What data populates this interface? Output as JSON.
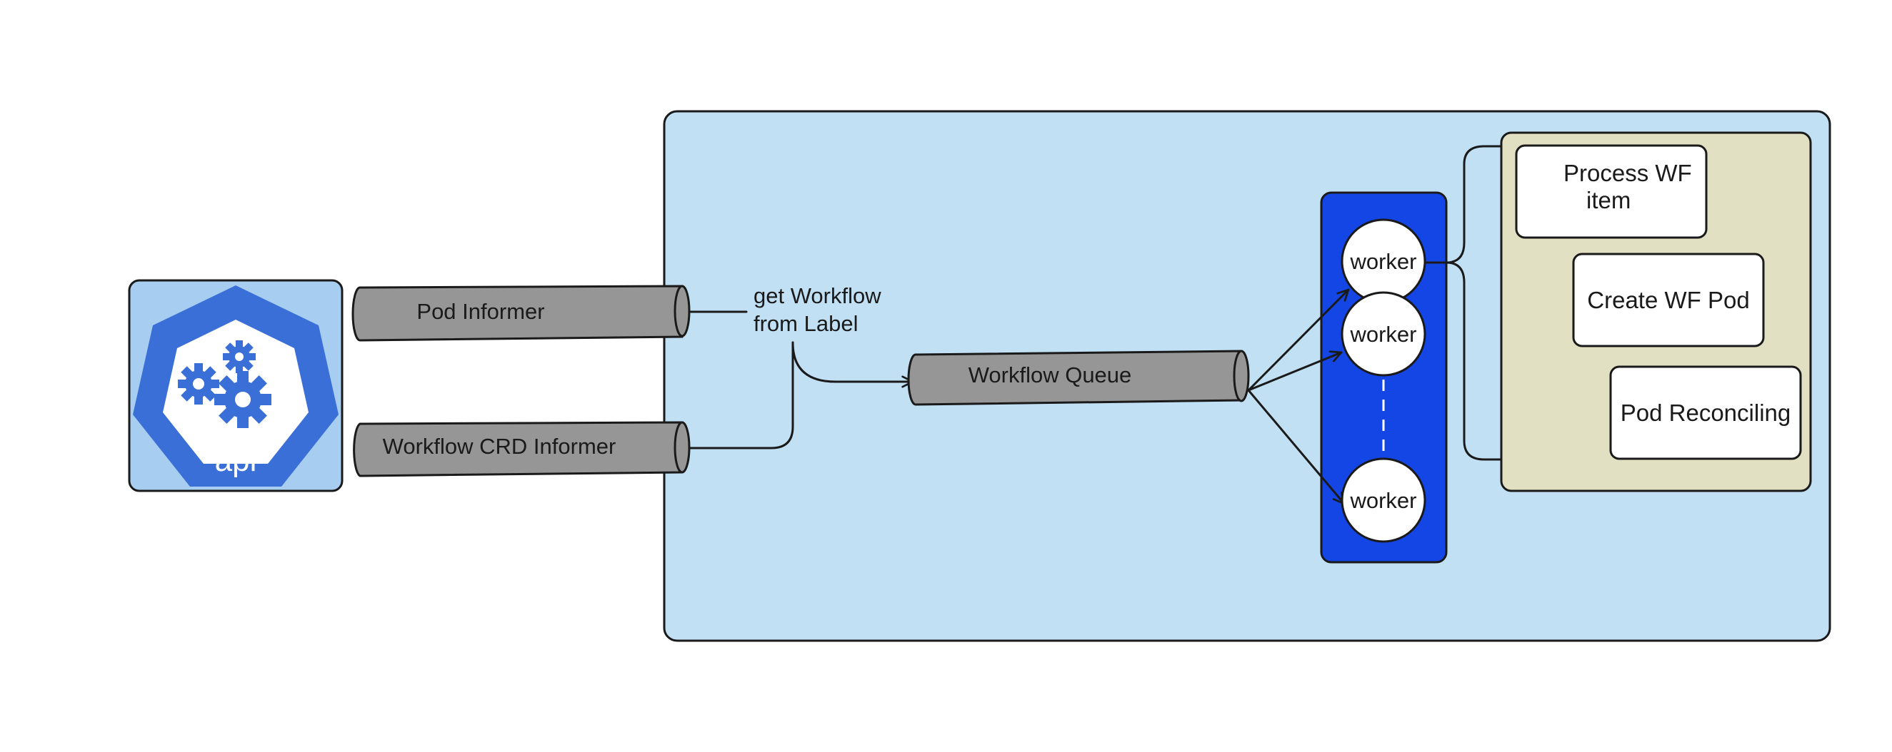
{
  "api_icon": {
    "text": "api",
    "colors": {
      "bg": "#a7cdf0",
      "heptagon": "#3b6fd8",
      "gears": "#3b6fd8"
    }
  },
  "informers": {
    "pod": "Pod Informer",
    "workflow_crd": "Workflow CRD Informer"
  },
  "get_workflow_label": {
    "line1": "get Workflow",
    "line2": "from Label"
  },
  "queue": {
    "label": "Workflow Queue"
  },
  "workers": [
    "worker",
    "worker",
    "worker"
  ],
  "tasks": {
    "process": {
      "line1": "Process WF",
      "line2": "item"
    },
    "create": "Create WF Pod",
    "reconcile": "Pod Reconciling"
  },
  "colors": {
    "controller_bg": "#c2e0f4",
    "worker_pool": "#1446e6",
    "task_panel": "#e2e0c2",
    "cylinder": "#969696",
    "outline": "#1a1a1a"
  }
}
